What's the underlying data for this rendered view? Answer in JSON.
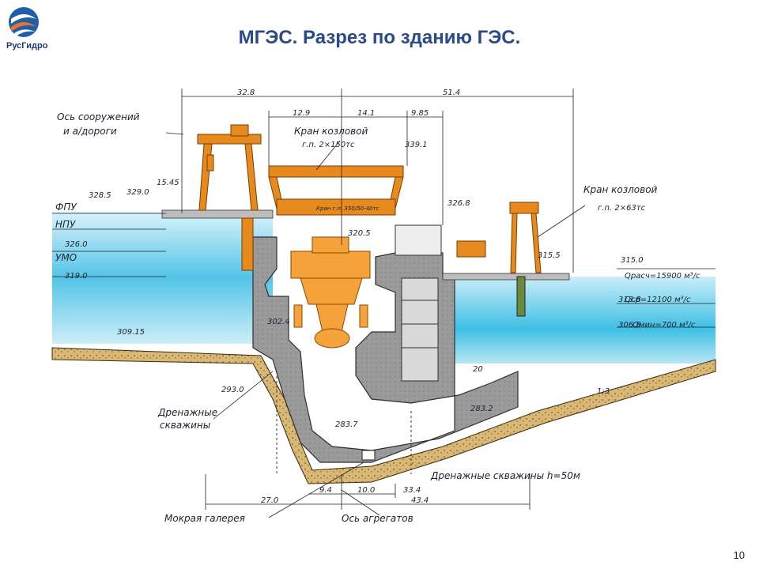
{
  "header": {
    "logo_text": "РусГидро",
    "title": "МГЭС. Разрез по зданию ГЭС."
  },
  "drawing": {
    "axis_label_line1": "Ось сооружений",
    "axis_label_line2": "и а/дороги",
    "crane_left_line1": "Кран козловой",
    "crane_left_line2": "г.п. 2×150тс",
    "crane_right_line1": "Кран козловой",
    "crane_right_line2": "г.п. 2×63тс",
    "crane_inner": "Кран г.п. 350/50-40тс",
    "fpu": "ФПУ",
    "npu": "НПУ",
    "umo": "УМО",
    "drainage_left_line1": "Дренажные",
    "drainage_left_line2": "скважины",
    "drainage_bottom": "Дренажные скважины h=50м",
    "gallery": "Мокрая галерея",
    "units_axis": "Ось агрегатов",
    "q_calc": "Qрасч=15900 м³/с",
    "q_avg": "Qср=12100 м³/с",
    "q_min": "Qмин=700 м³/с",
    "slope_right": "1:3",
    "slope_mid": "20",
    "levels": {
      "l3285": "328.5",
      "l3290": "329.0",
      "l3260": "326.0",
      "l3190": "319.0",
      "l3091": "309.15",
      "l3391": "339.1",
      "l3268": "326.8",
      "l3205": "320.5",
      "l3155": "315.5",
      "l3150": "315.0",
      "l3138": "313.8",
      "l3065": "306.5",
      "l3024": "302.4",
      "l2930": "293.0",
      "l2837": "283.7",
      "l2832": "283.2",
      "l1545": "15.45"
    },
    "dims": {
      "d328": "32.8",
      "d514": "51.4",
      "d129": "12.9",
      "d141": "14.1",
      "d985": "9.85",
      "d270": "27.0",
      "d94": "9.4",
      "d100": "10.0",
      "d334": "33.4",
      "d434": "43.4"
    }
  },
  "footer": {
    "page_number": "10"
  }
}
